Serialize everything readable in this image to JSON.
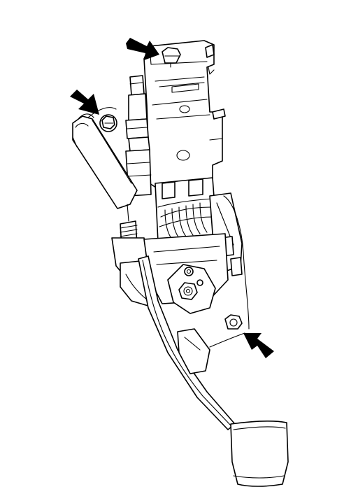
{
  "figure": {
    "colors": {
      "line": "#000000",
      "background": "#ffffff",
      "arrow": "#000000"
    },
    "callouts": [
      {
        "name": "top-mounting-nut",
        "icon": "arrow-icon"
      },
      {
        "name": "left-mounting-nut",
        "icon": "arrow-icon"
      },
      {
        "name": "lower-mounting-nut",
        "icon": "arrow-icon"
      }
    ]
  }
}
